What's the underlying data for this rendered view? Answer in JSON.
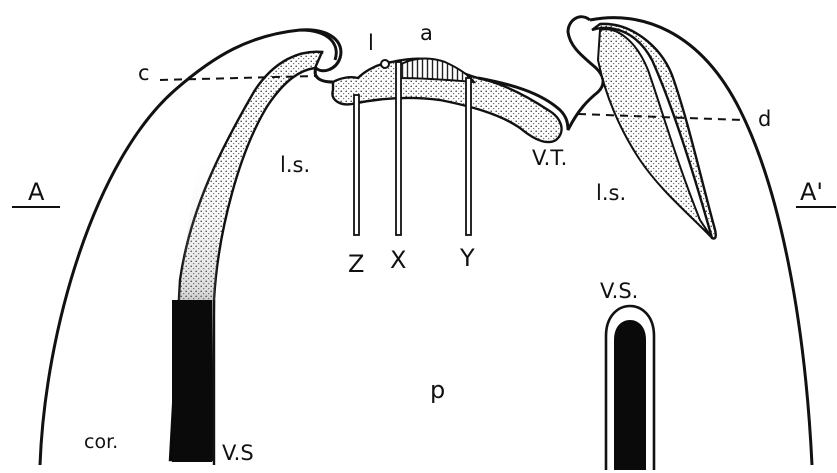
{
  "labels": {
    "A": "A",
    "A_prime": "A'",
    "c": "c",
    "d": "d",
    "l": "l",
    "a": "a",
    "ls_left": "l.s.",
    "ls_right": "l.s.",
    "VT": "V.T.",
    "Z": "Z",
    "X": "X",
    "Y": "Y",
    "VS_right": "V.S.",
    "p": "p",
    "cor": "cor.",
    "VS_left": "V.S"
  },
  "colors": {
    "ink": "#111111",
    "stipple": "#c9c9c9",
    "dark_fill": "#0a0a0a",
    "background": "#ffffff"
  }
}
